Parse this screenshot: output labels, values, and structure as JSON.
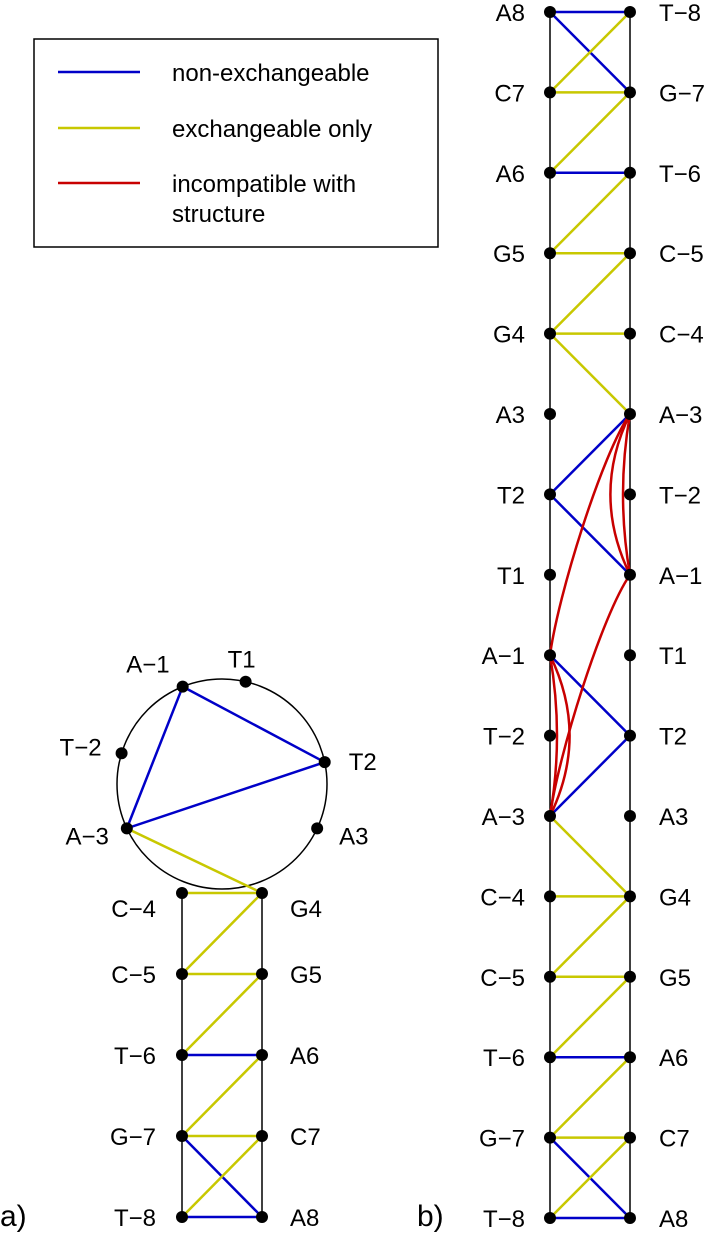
{
  "legend": {
    "items": [
      {
        "label": "non-exchangeable",
        "color": "#0000c8",
        "type": "non-exchangeable"
      },
      {
        "label": "exchangeable only",
        "color": "#c8c800",
        "type": "exchangeable"
      },
      {
        "label": "incompatible with\nstructure",
        "color": "#c80000",
        "type": "incompatible"
      }
    ]
  },
  "panels": {
    "a": {
      "label": "a)",
      "loop_nodes": [
        {
          "id": "A-1",
          "text": "A−1"
        },
        {
          "id": "T1",
          "text": "T1"
        },
        {
          "id": "T2",
          "text": "T2"
        },
        {
          "id": "A3",
          "text": "A3"
        },
        {
          "id": "G4",
          "text": "G4"
        },
        {
          "id": "C-4",
          "text": "C−4"
        },
        {
          "id": "A-3",
          "text": "A−3"
        },
        {
          "id": "T-2",
          "text": "T−2"
        }
      ],
      "stem_left": [
        {
          "id": "C-4",
          "text": "C−4"
        },
        {
          "id": "C-5",
          "text": "C−5"
        },
        {
          "id": "T-6",
          "text": "T−6"
        },
        {
          "id": "G-7",
          "text": "G−7"
        },
        {
          "id": "T-8",
          "text": "T−8"
        }
      ],
      "stem_right": [
        {
          "id": "G4",
          "text": "G4"
        },
        {
          "id": "G5",
          "text": "G5"
        },
        {
          "id": "A6",
          "text": "A6"
        },
        {
          "id": "C7",
          "text": "C7"
        },
        {
          "id": "A8",
          "text": "A8"
        }
      ],
      "edges": [
        {
          "from": "A-1",
          "to": "T2",
          "type": "non-exchangeable"
        },
        {
          "from": "A-1",
          "to": "A-3",
          "type": "non-exchangeable"
        },
        {
          "from": "A-3",
          "to": "T2",
          "type": "non-exchangeable"
        },
        {
          "from": "A-3",
          "to": "G4",
          "type": "exchangeable"
        },
        {
          "from": "C-4",
          "to": "G4",
          "type": "exchangeable"
        },
        {
          "from": "G4",
          "to": "C-5",
          "type": "exchangeable"
        },
        {
          "from": "C-5",
          "to": "G5",
          "type": "exchangeable"
        },
        {
          "from": "G5",
          "to": "T-6",
          "type": "exchangeable"
        },
        {
          "from": "T-6",
          "to": "A6",
          "type": "non-exchangeable"
        },
        {
          "from": "A6",
          "to": "G-7",
          "type": "exchangeable"
        },
        {
          "from": "G-7",
          "to": "C7",
          "type": "exchangeable"
        },
        {
          "from": "G-7",
          "to": "A8",
          "type": "non-exchangeable"
        },
        {
          "from": "C7",
          "to": "T-8",
          "type": "exchangeable"
        },
        {
          "from": "T-8",
          "to": "A8",
          "type": "non-exchangeable"
        }
      ]
    },
    "b": {
      "label": "b)",
      "left_column": [
        {
          "id": "A8",
          "text": "A8"
        },
        {
          "id": "C7",
          "text": "C7"
        },
        {
          "id": "A6",
          "text": "A6"
        },
        {
          "id": "G5",
          "text": "G5"
        },
        {
          "id": "G4",
          "text": "G4"
        },
        {
          "id": "A3",
          "text": "A3"
        },
        {
          "id": "T2",
          "text": "T2"
        },
        {
          "id": "T1",
          "text": "T1"
        },
        {
          "id": "A-1",
          "text": "A−1"
        },
        {
          "id": "T-2",
          "text": "T−2"
        },
        {
          "id": "A-3",
          "text": "A−3"
        },
        {
          "id": "C-4",
          "text": "C−4"
        },
        {
          "id": "C-5",
          "text": "C−5"
        },
        {
          "id": "T-6",
          "text": "T−6"
        },
        {
          "id": "G-7",
          "text": "G−7"
        },
        {
          "id": "T-8",
          "text": "T−8"
        }
      ],
      "right_column": [
        {
          "id": "T-8",
          "text": "T−8"
        },
        {
          "id": "G-7",
          "text": "G−7"
        },
        {
          "id": "T-6",
          "text": "T−6"
        },
        {
          "id": "C-5",
          "text": "C−5"
        },
        {
          "id": "C-4",
          "text": "C−4"
        },
        {
          "id": "A-3",
          "text": "A−3"
        },
        {
          "id": "T-2",
          "text": "T−2"
        },
        {
          "id": "A-1",
          "text": "A−1"
        },
        {
          "id": "T1",
          "text": "T1"
        },
        {
          "id": "T2",
          "text": "T2"
        },
        {
          "id": "A3",
          "text": "A3"
        },
        {
          "id": "G4",
          "text": "G4"
        },
        {
          "id": "G5",
          "text": "G5"
        },
        {
          "id": "A6",
          "text": "A6"
        },
        {
          "id": "C7",
          "text": "C7"
        },
        {
          "id": "A8",
          "text": "A8"
        }
      ],
      "edges": [
        {
          "from": [
            "L",
            0
          ],
          "to": [
            "R",
            0
          ],
          "type": "non-exchangeable"
        },
        {
          "from": [
            "L",
            0
          ],
          "to": [
            "R",
            1
          ],
          "type": "non-exchangeable"
        },
        {
          "from": [
            "L",
            1
          ],
          "to": [
            "R",
            0
          ],
          "type": "exchangeable"
        },
        {
          "from": [
            "L",
            1
          ],
          "to": [
            "R",
            1
          ],
          "type": "exchangeable"
        },
        {
          "from": [
            "L",
            2
          ],
          "to": [
            "R",
            1
          ],
          "type": "exchangeable"
        },
        {
          "from": [
            "L",
            2
          ],
          "to": [
            "R",
            2
          ],
          "type": "non-exchangeable"
        },
        {
          "from": [
            "L",
            3
          ],
          "to": [
            "R",
            2
          ],
          "type": "exchangeable"
        },
        {
          "from": [
            "L",
            3
          ],
          "to": [
            "R",
            3
          ],
          "type": "exchangeable"
        },
        {
          "from": [
            "L",
            4
          ],
          "to": [
            "R",
            3
          ],
          "type": "exchangeable"
        },
        {
          "from": [
            "L",
            4
          ],
          "to": [
            "R",
            4
          ],
          "type": "exchangeable"
        },
        {
          "from": [
            "L",
            4
          ],
          "to": [
            "R",
            5
          ],
          "type": "exchangeable"
        },
        {
          "from": [
            "L",
            6
          ],
          "to": [
            "R",
            5
          ],
          "type": "non-exchangeable"
        },
        {
          "from": [
            "L",
            6
          ],
          "to": [
            "R",
            7
          ],
          "type": "non-exchangeable"
        },
        {
          "from": [
            "L",
            8
          ],
          "to": [
            "R",
            9
          ],
          "type": "non-exchangeable"
        },
        {
          "from": [
            "L",
            10
          ],
          "to": [
            "R",
            9
          ],
          "type": "non-exchangeable"
        },
        {
          "from": [
            "L",
            10
          ],
          "to": [
            "R",
            11
          ],
          "type": "exchangeable"
        },
        {
          "from": [
            "L",
            11
          ],
          "to": [
            "R",
            11
          ],
          "type": "exchangeable"
        },
        {
          "from": [
            "L",
            12
          ],
          "to": [
            "R",
            11
          ],
          "type": "exchangeable"
        },
        {
          "from": [
            "L",
            12
          ],
          "to": [
            "R",
            12
          ],
          "type": "exchangeable"
        },
        {
          "from": [
            "L",
            13
          ],
          "to": [
            "R",
            12
          ],
          "type": "exchangeable"
        },
        {
          "from": [
            "L",
            13
          ],
          "to": [
            "R",
            13
          ],
          "type": "non-exchangeable"
        },
        {
          "from": [
            "L",
            14
          ],
          "to": [
            "R",
            13
          ],
          "type": "exchangeable"
        },
        {
          "from": [
            "L",
            14
          ],
          "to": [
            "R",
            14
          ],
          "type": "exchangeable"
        },
        {
          "from": [
            "L",
            14
          ],
          "to": [
            "R",
            15
          ],
          "type": "non-exchangeable"
        },
        {
          "from": [
            "L",
            15
          ],
          "to": [
            "R",
            14
          ],
          "type": "exchangeable"
        },
        {
          "from": [
            "L",
            15
          ],
          "to": [
            "R",
            15
          ],
          "type": "non-exchangeable"
        }
      ],
      "incompatible_edges": [
        {
          "from": [
            "R",
            5
          ],
          "to": [
            "L",
            8
          ]
        },
        {
          "from": [
            "R",
            5
          ],
          "to": [
            "R",
            7
          ]
        },
        {
          "from": [
            "R",
            5
          ],
          "to": [
            "R",
            7
          ]
        },
        {
          "from": [
            "R",
            7
          ],
          "to": [
            "L",
            10
          ]
        },
        {
          "from": [
            "L",
            8
          ],
          "to": [
            "L",
            10
          ]
        },
        {
          "from": [
            "L",
            8
          ],
          "to": [
            "L",
            10
          ]
        }
      ]
    }
  }
}
